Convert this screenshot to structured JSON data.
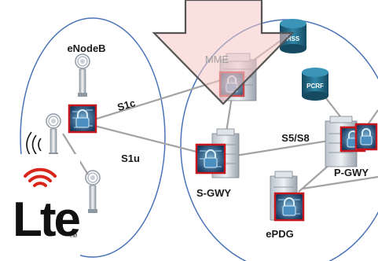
{
  "nodes": {
    "enodeb": "eNodeB",
    "mme": "MME",
    "hss": "HSS",
    "pcrf": "PCRF",
    "sgwy": "S-GWY",
    "pgwy": "P-GWY",
    "epdg": "ePDG"
  },
  "links": {
    "s1c": "S1c",
    "s1u": "S1u",
    "s5s8": "S5/S8"
  },
  "logo": {
    "text": "Lte",
    "tm": "TM",
    "colors": {
      "red": "#d9261c",
      "black": "#111111"
    }
  },
  "colors": {
    "ellipse": "#4a74b8",
    "link": "#9a9a9a",
    "lock_frame": "#c4161c",
    "cylinder": "#1f5f7a",
    "arrow_fill": "#f7c6c6",
    "arrow_stroke": "#555555"
  }
}
